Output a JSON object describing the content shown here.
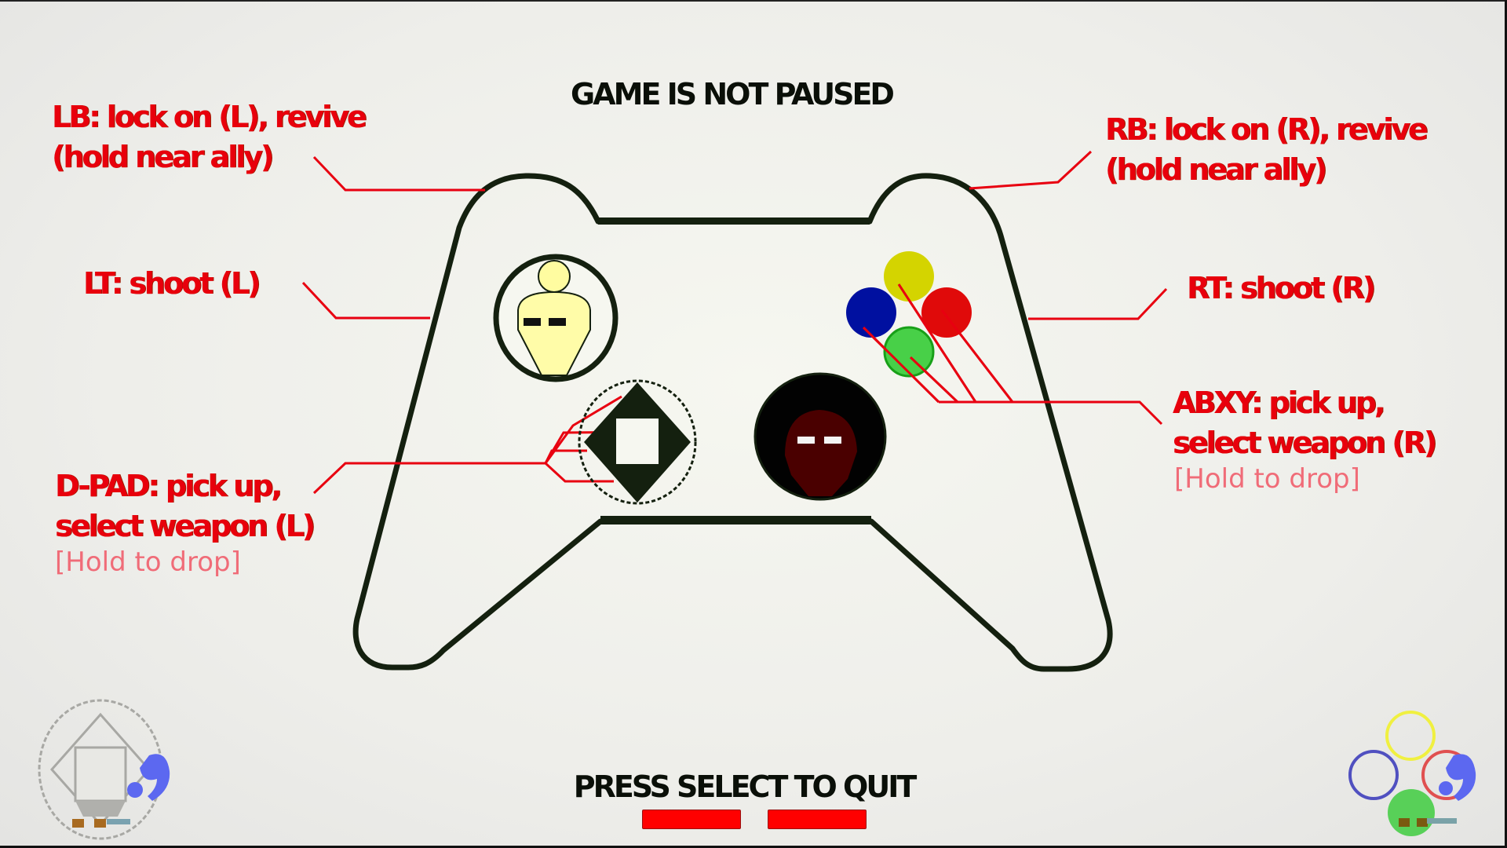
{
  "header": {
    "pause_status": "GAME IS NOT PAUSED"
  },
  "labels": {
    "lb": {
      "line1": "LB: lock on (L), revive",
      "line2": "(hold near ally)"
    },
    "rb": {
      "line1": "RB: lock on (R), revive",
      "line2": "(hold near ally)"
    },
    "lt": {
      "line1": "LT: shoot (L)"
    },
    "rt": {
      "line1": "RT: shoot (R)"
    },
    "dpad": {
      "line1": "D-PAD: pick up,",
      "line2": "select weapon (L)",
      "hint": "[Hold to drop]"
    },
    "abxy": {
      "line1": "ABXY: pick up,",
      "line2": "select weapon (R)",
      "hint": "[Hold to drop]"
    }
  },
  "footer": {
    "quit_prompt": "PRESS SELECT TO QUIT",
    "progress_bars": 2
  },
  "controller": {
    "face_buttons": [
      {
        "name": "Y",
        "color": "#d4d400"
      },
      {
        "name": "X",
        "color": "#0010a0"
      },
      {
        "name": "B",
        "color": "#e00a0a"
      },
      {
        "name": "A",
        "color": "#48d048"
      }
    ],
    "left_stick_character_color": "#fffca8",
    "right_stick_character_color": "#4a0000"
  },
  "colors": {
    "label_red": "#e8000c",
    "hint_pink": "#f06c78",
    "outline": "#14200f",
    "background": "#eeeee9"
  },
  "corner_icons": {
    "left": "player-one-dpad-emblem-icon",
    "right": "player-two-abxy-emblem-icon"
  }
}
